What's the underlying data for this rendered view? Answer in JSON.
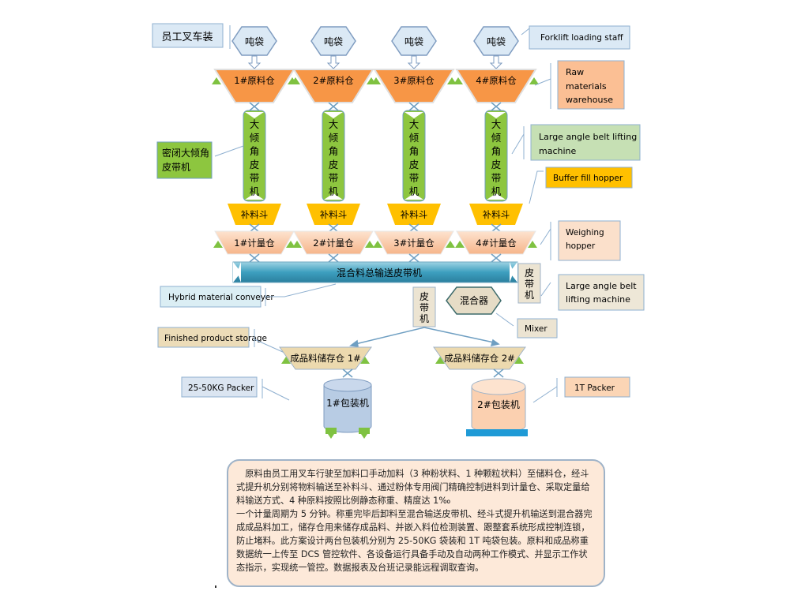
{
  "labels": {
    "staff_cn": "员工叉车装",
    "staff_en": "Forklift loading staff",
    "ton_bag": "吨袋",
    "raw_bins": [
      "1#原料仓",
      "2#原料仓",
      "3#原料仓",
      "4#原料仓"
    ],
    "raw_en": [
      "Raw",
      "materials",
      "warehouse"
    ],
    "belt_chars": [
      "大",
      "倾",
      "角",
      "皮",
      "带",
      "机"
    ],
    "belt_cn": [
      "密闭大倾角",
      "皮带机"
    ],
    "belt_en": [
      "Large  angle  belt  lifting",
      "machine"
    ],
    "buffer_en": "Buffer fill hopper",
    "buffer_cn": "补料斗",
    "weigh_bins": [
      "1#计量仓",
      "2#计量仓",
      "3#计量仓",
      "4#计量仓"
    ],
    "weigh_en": [
      "Weighing",
      "hopper"
    ],
    "conveyor_cn": "混合料总输送皮带机",
    "conveyor_en": "Hybrid material conveyer",
    "small_belt_chars": [
      "皮",
      "带",
      "机"
    ],
    "lift_en": [
      "Large angle belt",
      "lifting machine"
    ],
    "mixer_cn": "混合器",
    "mixer_en": "Mixer",
    "storage_en": "Finished product storage",
    "storage_bins": [
      "成品料储存仓 1#",
      "成品料储存仓 2#"
    ],
    "packer1_cn": "1#包装机",
    "packer2_cn": "2#包装机",
    "packer1_en": "25-50KG    Packer",
    "packer2_en": "1T    Packer"
  },
  "description": [
    "原料由员工用叉车行驶至加料口手动加料（3 种粉状料、1 种颗粒状料）至储料仓，经斗式提升机分别将物料输送至补料斗、通过粉体专用阀门精确控制进料到计量仓、采取定量给料输送方式、4 种原料按照比例静态称重、精度达 1‰",
    "一个计量周期为 5 分钟。称重完毕后卸料至混合输送皮带机、经斗式提升机输送到混合器完成成品料加工，储存仓用来储存成品料、并嵌入料位检测装置、跟整套系统形成控制连锁，防止堵料。此方案设计两台包装机分别为 25-50KG 袋装和 1T 吨袋包装。原料和成品称重数据统一上传至 DCS 管控软件、各设备运行具备手动及自动两种工作模式、并显示工作状态指示，实现统一管控。数据报表及台班记录能远程调取查询。"
  ],
  "colors": {
    "orange": "#f79646",
    "green": "#8dc63f",
    "yellow": "#ffc000",
    "peach": "#fbd5b5",
    "blue": "#4bacc6",
    "light_blue": "#dbeef4"
  }
}
